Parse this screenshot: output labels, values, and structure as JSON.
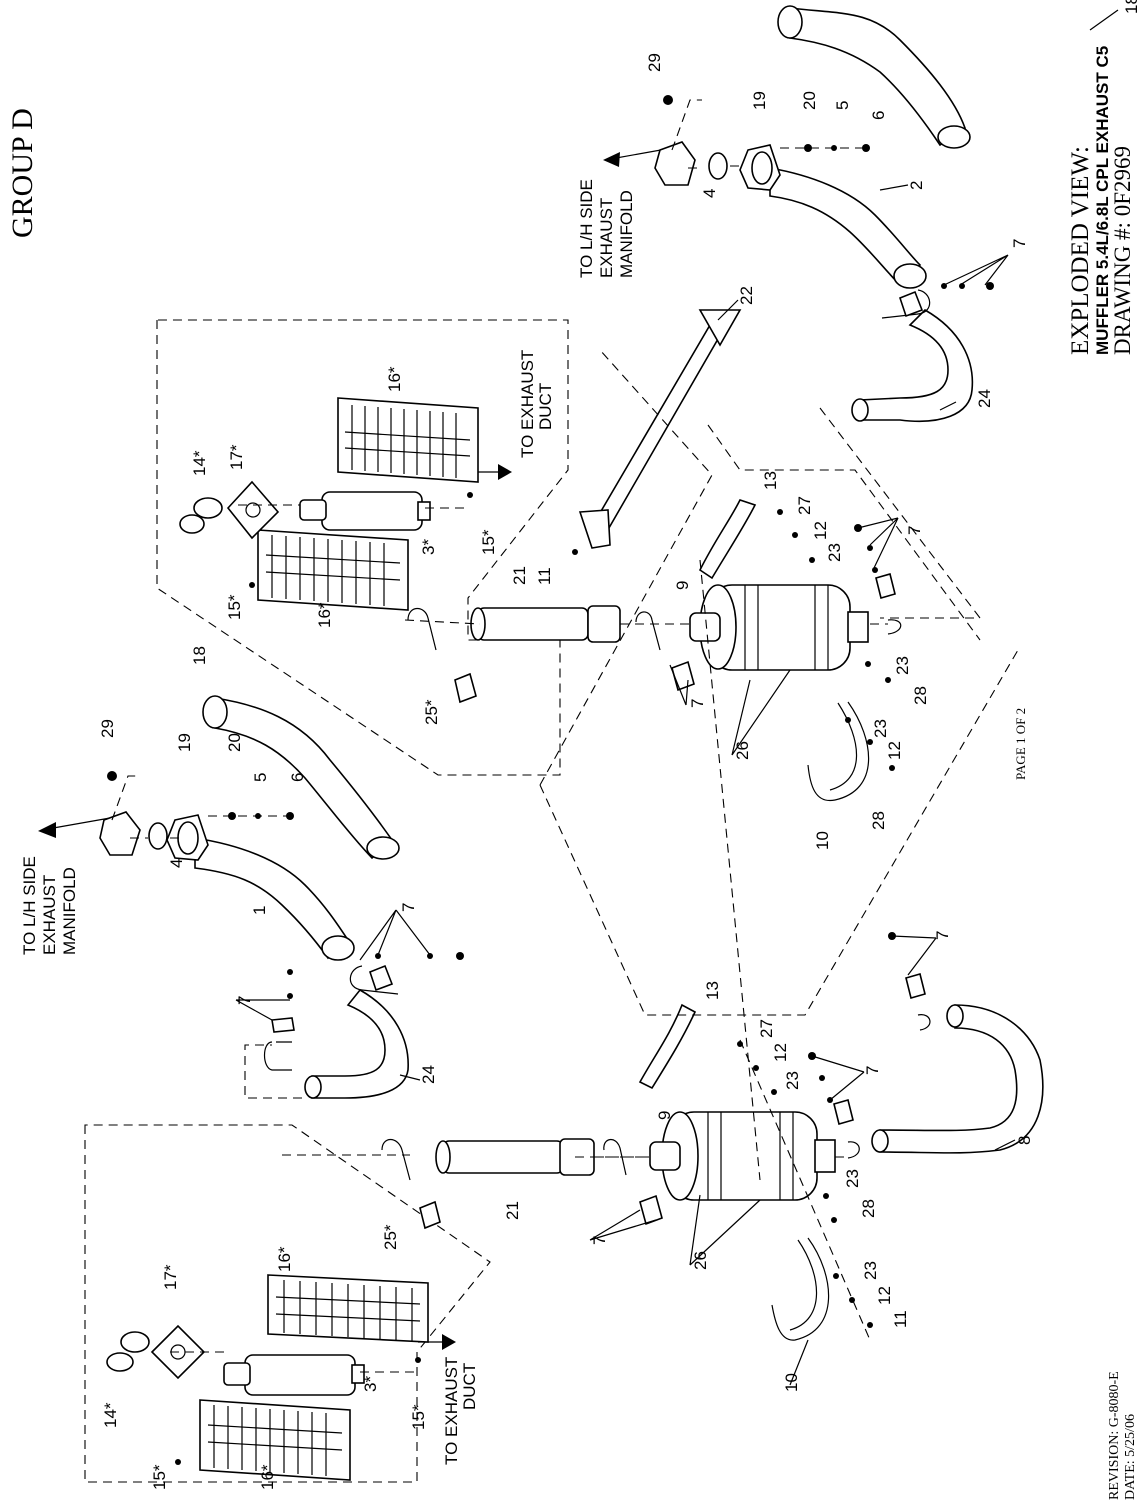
{
  "header": {
    "group": "GROUP D",
    "view_title": "EXPLODED VIEW:",
    "view_subtitle": "MUFFLER 5.4L/6.8L CPL EXHAUST C5",
    "drawing_label": "DRAWING #: 0F2969",
    "page": "PAGE 1 OF 2",
    "revision": "REVISION: G-8080-E",
    "date": "DATE: 5/25/06"
  },
  "annotations": {
    "manifold_line1": "TO L/H SIDE",
    "manifold_line2": "EXHAUST",
    "manifold_line3": "MANIFOLD",
    "duct_line1": "TO EXHAUST",
    "duct_line2": "DUCT"
  },
  "callouts": {
    "n1": "1",
    "n2": "2",
    "n3s": "3*",
    "n4": "4",
    "n5": "5",
    "n6": "6",
    "n7": "7",
    "n8": "8",
    "n9": "9",
    "n10": "10",
    "n11": "11",
    "n12": "12",
    "n13": "13",
    "n14s": "14*",
    "n15s": "15*",
    "n16s": "16*",
    "n17s": "17*",
    "n18": "18",
    "n19": "19",
    "n20": "20",
    "n21": "21",
    "n22": "22",
    "n23": "23",
    "n24": "24",
    "n25s": "25*",
    "n26": "26",
    "n27": "27",
    "n28": "28",
    "n29": "29"
  }
}
